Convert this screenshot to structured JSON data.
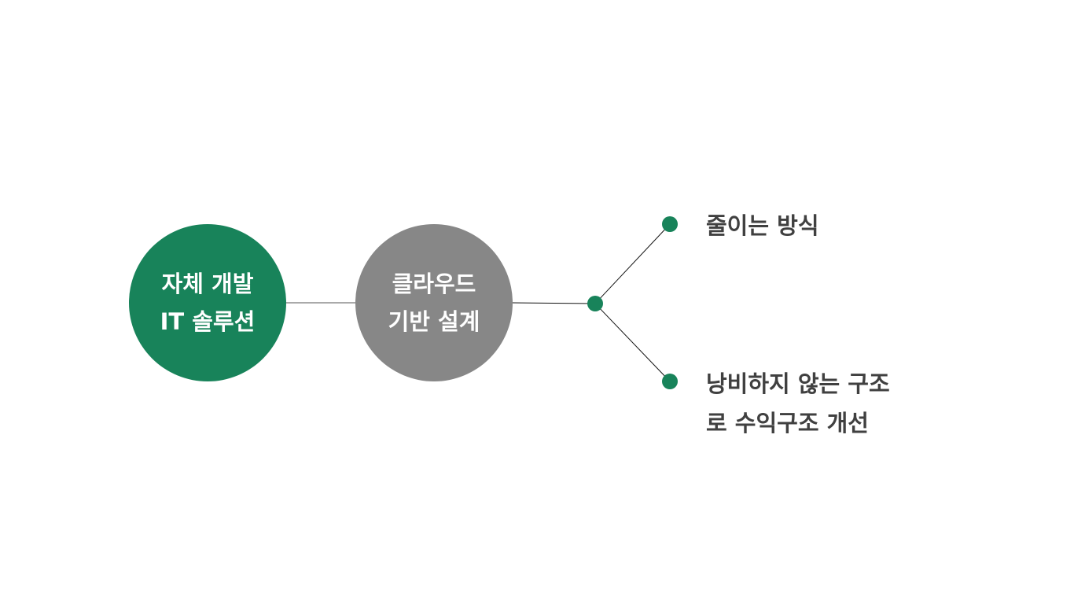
{
  "colors": {
    "primary": "#18835a",
    "secondary": "#878787",
    "text": "#404040"
  },
  "nodes": {
    "in_house": {
      "line1": "자체 개발",
      "line2": "IT 솔루션"
    },
    "cloud": {
      "line1": "클라우드",
      "line2": "기반 설계"
    }
  },
  "branches": [
    {
      "line1": "줄이는 방식"
    },
    {
      "line1": "낭비하지 않는 구조",
      "line2": "로 수익구조 개선"
    }
  ]
}
